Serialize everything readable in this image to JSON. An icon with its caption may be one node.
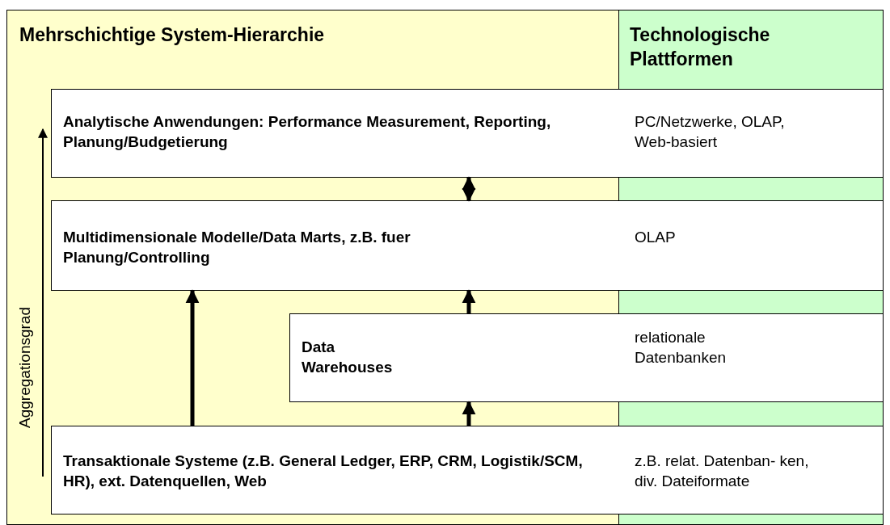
{
  "diagram": {
    "nodes": [
      {
        "text": [
          "Analytische Anwendungen: Performance Measurement, Reporting, Planung/Budgetierung",
          "PC/Netzwerke, OLAP, Web-basiert"
        ]
      },
      {
        "text": [
          "Multidimensionale Modelle/Data Marts, z.B. fuer Planung/Controlling",
          "OLAP"
        ]
      },
      {
        "text": [
          "Data Warehouses",
          "relationale Datenbanken"
        ]
      },
      {
        "text": [
          "Transaktionale Systeme (z.B. General Ledger, ERP, CRM, Logistik/SCM, HR), ext. Datenquellen, Web",
          "z.B. relat. Datenban- ken, div. Dateiformate"
        ]
      }
    ],
    "edges": [
      {
        "from": 0,
        "to": 1,
        "arrow": "both"
      },
      {
        "from": 3,
        "to": 1,
        "arrow": "to"
      },
      {
        "from": 2,
        "to": 1,
        "arrow": "to"
      },
      {
        "from": 3,
        "to": 2,
        "arrow": "to"
      }
    ],
    "labels": [
      "Mehrschichtige System-Hierarchie",
      "Technologische Plattformen",
      "Aggregationsgrad"
    ]
  }
}
